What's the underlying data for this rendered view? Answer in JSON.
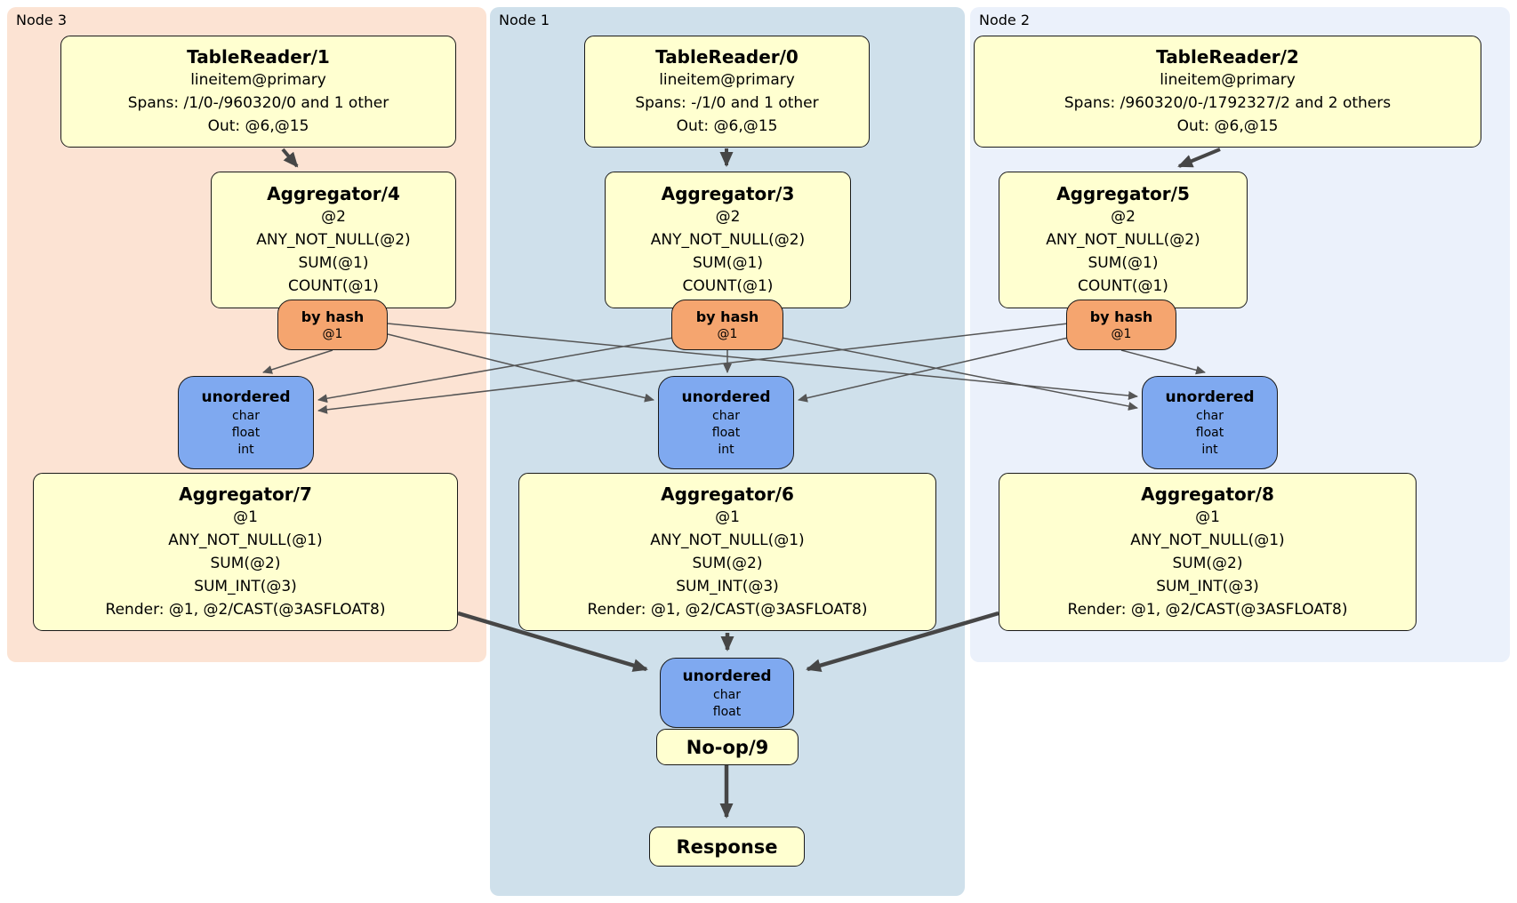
{
  "panels": [
    {
      "label": "Node 3"
    },
    {
      "label": "Node 1"
    },
    {
      "label": "Node 2"
    }
  ],
  "colors": {
    "node3_bg": "#fce3d3",
    "node1_bg": "#cfe0eb",
    "node2_bg": "#ebf1fb",
    "operator_bg": "#ffffd0",
    "hash_router_bg": "#f5a56f",
    "stream_merge_bg": "#7fa9f0",
    "edge": "#4a4a4a",
    "edge_thin": "#555555"
  },
  "boxes": {
    "tr1": {
      "title": "TableReader/1",
      "lines": [
        "lineitem@primary",
        "Spans: /1/0-/960320/0 and 1 other",
        "Out: @6,@15"
      ]
    },
    "tr0": {
      "title": "TableReader/0",
      "lines": [
        "lineitem@primary",
        "Spans: -/1/0 and 1 other",
        "Out: @6,@15"
      ]
    },
    "tr2": {
      "title": "TableReader/2",
      "lines": [
        "lineitem@primary",
        "Spans: /960320/0-/1792327/2 and 2 others",
        "Out: @6,@15"
      ]
    },
    "agg4": {
      "title": "Aggregator/4",
      "lines": [
        "@2",
        "ANY_NOT_NULL(@2)",
        "SUM(@1)",
        "COUNT(@1)"
      ]
    },
    "agg3": {
      "title": "Aggregator/3",
      "lines": [
        "@2",
        "ANY_NOT_NULL(@2)",
        "SUM(@1)",
        "COUNT(@1)"
      ]
    },
    "agg5": {
      "title": "Aggregator/5",
      "lines": [
        "@2",
        "ANY_NOT_NULL(@2)",
        "SUM(@1)",
        "COUNT(@1)"
      ]
    },
    "hashL": {
      "title": "by hash",
      "lines": [
        "@1"
      ]
    },
    "hashM": {
      "title": "by hash",
      "lines": [
        "@1"
      ]
    },
    "hashR": {
      "title": "by hash",
      "lines": [
        "@1"
      ]
    },
    "unordL": {
      "title": "unordered",
      "lines": [
        "char",
        "float",
        "int"
      ]
    },
    "unordM": {
      "title": "unordered",
      "lines": [
        "char",
        "float",
        "int"
      ]
    },
    "unordR": {
      "title": "unordered",
      "lines": [
        "char",
        "float",
        "int"
      ]
    },
    "agg7": {
      "title": "Aggregator/7",
      "lines": [
        "@1",
        "ANY_NOT_NULL(@1)",
        "SUM(@2)",
        "SUM_INT(@3)",
        "Render: @1, @2/CAST(@3ASFLOAT8)"
      ]
    },
    "agg6": {
      "title": "Aggregator/6",
      "lines": [
        "@1",
        "ANY_NOT_NULL(@1)",
        "SUM(@2)",
        "SUM_INT(@3)",
        "Render: @1, @2/CAST(@3ASFLOAT8)"
      ]
    },
    "agg8": {
      "title": "Aggregator/8",
      "lines": [
        "@1",
        "ANY_NOT_NULL(@1)",
        "SUM(@2)",
        "SUM_INT(@3)",
        "Render: @1, @2/CAST(@3ASFLOAT8)"
      ]
    },
    "unordB": {
      "title": "unordered",
      "lines": [
        "char",
        "float"
      ]
    },
    "noop": {
      "title": "No-op/9"
    },
    "response": {
      "title": "Response"
    }
  }
}
